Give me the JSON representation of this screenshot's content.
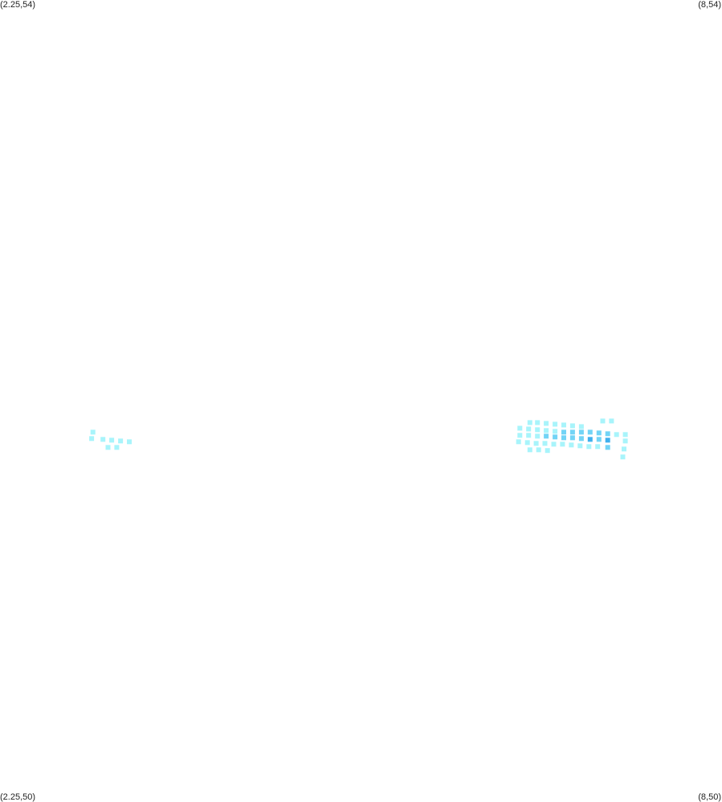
{
  "map": {
    "corners": {
      "top_left": "(2.25,54)",
      "top_right": "(8,54)",
      "bottom_left": "(2.25,50)",
      "bottom_right": "(8,50)"
    },
    "extent": {
      "lon_min": 2.25,
      "lon_max": 8,
      "lat_min": 50,
      "lat_max": 54
    },
    "colors": {
      "light": "#a8f4fb",
      "mid": "#72d4f6",
      "dark": "#3fb0ee"
    },
    "cells": [
      {
        "lon": 7.05,
        "lat": 51.894,
        "level": "light"
      },
      {
        "lon": 7.12,
        "lat": 51.894,
        "level": "light"
      },
      {
        "lon": 6.47,
        "lat": 51.886,
        "level": "light"
      },
      {
        "lon": 6.53,
        "lat": 51.886,
        "level": "light"
      },
      {
        "lon": 6.6,
        "lat": 51.882,
        "level": "light"
      },
      {
        "lon": 6.67,
        "lat": 51.878,
        "level": "light"
      },
      {
        "lon": 6.74,
        "lat": 51.874,
        "level": "light"
      },
      {
        "lon": 6.81,
        "lat": 51.87,
        "level": "light"
      },
      {
        "lon": 6.88,
        "lat": 51.866,
        "level": "light"
      },
      {
        "lon": 6.39,
        "lat": 51.858,
        "level": "light"
      },
      {
        "lon": 6.46,
        "lat": 51.854,
        "level": "light"
      },
      {
        "lon": 6.53,
        "lat": 51.85,
        "level": "light"
      },
      {
        "lon": 6.6,
        "lat": 51.846,
        "level": "light"
      },
      {
        "lon": 6.67,
        "lat": 51.842,
        "level": "light"
      },
      {
        "lon": 6.74,
        "lat": 51.838,
        "level": "mid"
      },
      {
        "lon": 6.81,
        "lat": 51.838,
        "level": "mid"
      },
      {
        "lon": 6.88,
        "lat": 51.838,
        "level": "mid"
      },
      {
        "lon": 6.95,
        "lat": 51.838,
        "level": "mid"
      },
      {
        "lon": 7.02,
        "lat": 51.834,
        "level": "mid"
      },
      {
        "lon": 7.09,
        "lat": 51.83,
        "level": "mid"
      },
      {
        "lon": 7.16,
        "lat": 51.826,
        "level": "light"
      },
      {
        "lon": 7.23,
        "lat": 51.826,
        "level": "light"
      },
      {
        "lon": 2.99,
        "lat": 51.838,
        "level": "light"
      },
      {
        "lon": 2.98,
        "lat": 51.806,
        "level": "light"
      },
      {
        "lon": 3.07,
        "lat": 51.802,
        "level": "light"
      },
      {
        "lon": 3.14,
        "lat": 51.798,
        "level": "light"
      },
      {
        "lon": 6.39,
        "lat": 51.822,
        "level": "light"
      },
      {
        "lon": 6.46,
        "lat": 51.822,
        "level": "light"
      },
      {
        "lon": 6.53,
        "lat": 51.818,
        "level": "light"
      },
      {
        "lon": 6.6,
        "lat": 51.818,
        "level": "mid"
      },
      {
        "lon": 6.67,
        "lat": 51.814,
        "level": "mid"
      },
      {
        "lon": 6.74,
        "lat": 51.81,
        "level": "mid"
      },
      {
        "lon": 6.81,
        "lat": 51.81,
        "level": "mid"
      },
      {
        "lon": 6.88,
        "lat": 51.806,
        "level": "mid"
      },
      {
        "lon": 6.95,
        "lat": 51.802,
        "level": "dark"
      },
      {
        "lon": 7.02,
        "lat": 51.802,
        "level": "mid"
      },
      {
        "lon": 7.09,
        "lat": 51.798,
        "level": "dark"
      },
      {
        "lon": 7.23,
        "lat": 51.794,
        "level": "light"
      },
      {
        "lon": 3.21,
        "lat": 51.794,
        "level": "light"
      },
      {
        "lon": 3.28,
        "lat": 51.79,
        "level": "light"
      },
      {
        "lon": 6.38,
        "lat": 51.79,
        "level": "light"
      },
      {
        "lon": 6.45,
        "lat": 51.786,
        "level": "light"
      },
      {
        "lon": 6.52,
        "lat": 51.782,
        "level": "light"
      },
      {
        "lon": 6.59,
        "lat": 51.782,
        "level": "light"
      },
      {
        "lon": 6.66,
        "lat": 51.778,
        "level": "light"
      },
      {
        "lon": 6.73,
        "lat": 51.778,
        "level": "light"
      },
      {
        "lon": 6.8,
        "lat": 51.774,
        "level": "light"
      },
      {
        "lon": 6.87,
        "lat": 51.77,
        "level": "light"
      },
      {
        "lon": 6.94,
        "lat": 51.766,
        "level": "light"
      },
      {
        "lon": 7.01,
        "lat": 51.766,
        "level": "light"
      },
      {
        "lon": 3.11,
        "lat": 51.762,
        "level": "light"
      },
      {
        "lon": 3.18,
        "lat": 51.762,
        "level": "light"
      },
      {
        "lon": 6.47,
        "lat": 51.75,
        "level": "light"
      },
      {
        "lon": 6.54,
        "lat": 51.75,
        "level": "light"
      },
      {
        "lon": 6.61,
        "lat": 51.746,
        "level": "light"
      },
      {
        "lon": 7.09,
        "lat": 51.762,
        "level": "mid"
      },
      {
        "lon": 7.22,
        "lat": 51.754,
        "level": "light"
      },
      {
        "lon": 7.21,
        "lat": 51.714,
        "level": "light"
      }
    ]
  }
}
